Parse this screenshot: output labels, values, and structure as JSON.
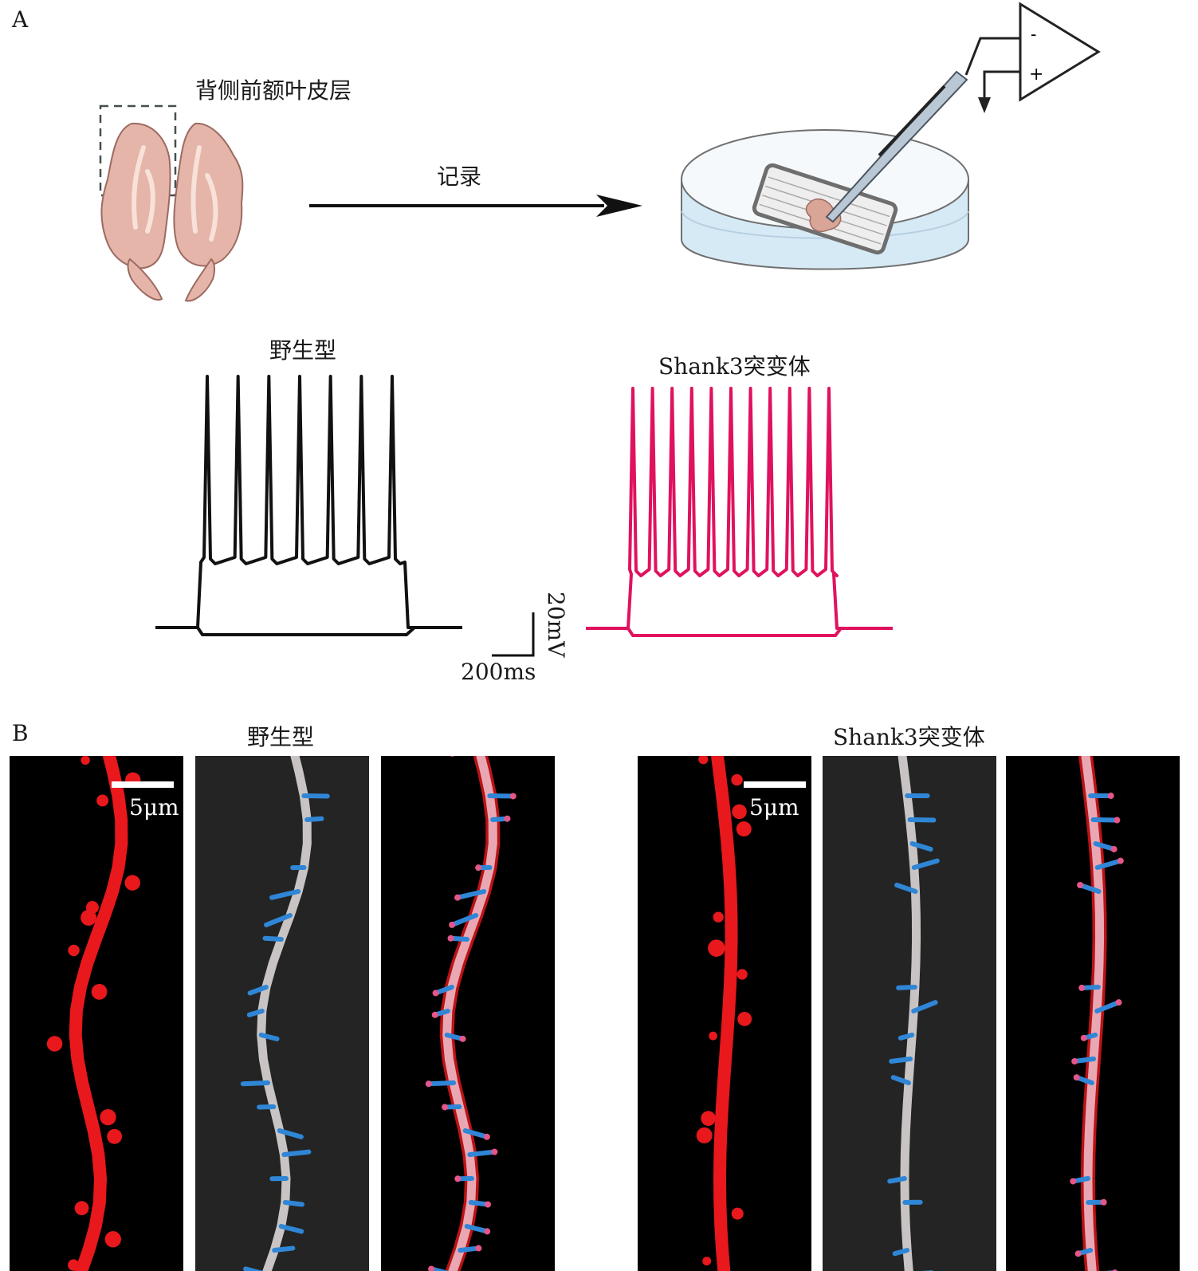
{
  "panel_a": {
    "letter": "A",
    "region_label": "背侧前额叶皮层",
    "arrow_label": "记录",
    "amp_minus": "-",
    "amp_plus": "+",
    "wildtype_label": "野生型",
    "mutant_label": "Shank3突变体",
    "scale_voltage": "20mV",
    "scale_time": "200ms",
    "wildtype_spike_count": 7,
    "mutant_spike_count": 11,
    "colors": {
      "wildtype": "#111111",
      "mutant": "#e0125f"
    }
  },
  "panel_b": {
    "letter": "B",
    "wildtype_label": "野生型",
    "mutant_label": "Shank3突变体",
    "scale_bar_wt": "5μm",
    "scale_bar_mut": "5μm",
    "colors": {
      "dendrite_red": "#e8181c",
      "spine_blue": "#2f86d6",
      "shaft_gray": "#c8c4c4"
    }
  }
}
